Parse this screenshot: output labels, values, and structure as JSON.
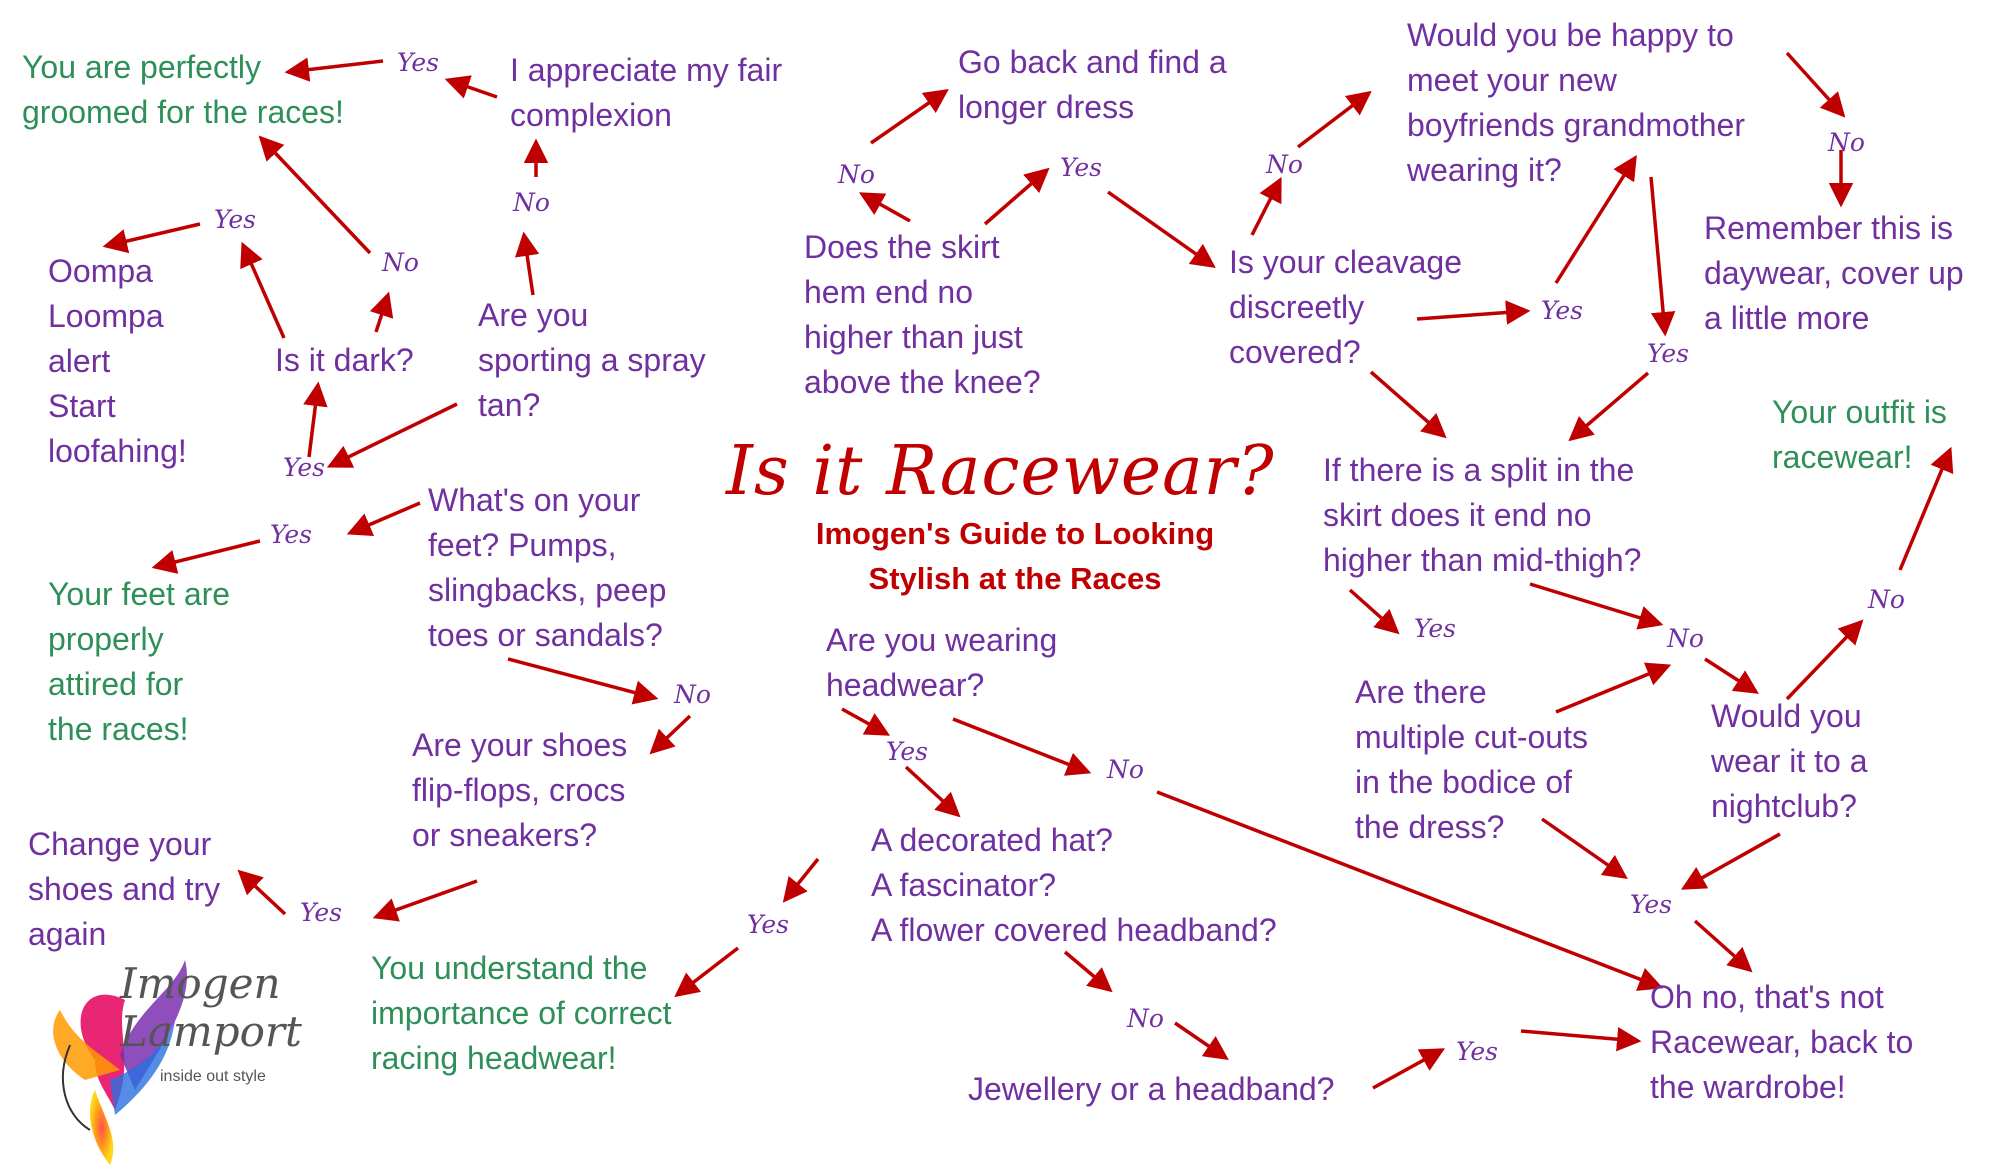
{
  "title": "Is it Racewear?",
  "subtitle": "Imogen's Guide to Looking\nStylish at the Races",
  "logo": {
    "name": "Imogen\nLamport",
    "tagline": "inside out style"
  },
  "colors": {
    "question": "#7030a0",
    "outcome": "#2e9058",
    "arrow": "#c00000",
    "title": "#c00000"
  },
  "nodes": {
    "perfectly_groomed": "You are perfectly\ngroomed for the races!",
    "fair_complexion": "I appreciate my fair\ncomplexion",
    "go_back_dress": "Go back and find a\nlonger dress",
    "grandmother": "Would you be happy to\nmeet your new\nboyfriends grandmother\nwearing it?",
    "oompa": "Oompa\nLoompa\nalert\nStart\nloofahing!",
    "is_it_dark": "Is it dark?",
    "spray_tan": "Are you\nsporting a spray\ntan?",
    "skirt_hem": "Does the skirt\nhem end no\nhigher than just\nabove the knee?",
    "cleavage": "Is your cleavage\ndiscreetly\ncovered?",
    "daywear": "Remember this is\ndaywear, cover up\na little more",
    "outfit_racewear": "Your outfit is\nracewear!",
    "split": "If there is a split in the\nskirt does it end no\nhigher than mid-thigh?",
    "feet": "What's on your\nfeet? Pumps,\nslingbacks, peep\ntoes or sandals?",
    "feet_ok": "Your feet are\nproperly\nattired for\nthe races!",
    "headwear": "Are you wearing\nheadwear?",
    "flipflops": "Are your shoes\nflip-flops, crocs\nor sneakers?",
    "cutouts": "Are there\nmultiple cut-outs\nin the bodice of\nthe dress?",
    "nightclub": "Would you\nwear it to a\nnightclub?",
    "change_shoes": "Change your\nshoes and try\nagain",
    "decorated_hat": "A decorated hat?\nA fascinator?\nA flower covered headband?",
    "headwear_ok": "You understand the\nimportance of correct\nracing headwear!",
    "not_racewear": "Oh no, that's not\nRacewear, back to\nthe wardrobe!",
    "jewellery": "Jewellery or a headband?"
  },
  "labels": {
    "yes": "Yes",
    "no": "No"
  }
}
